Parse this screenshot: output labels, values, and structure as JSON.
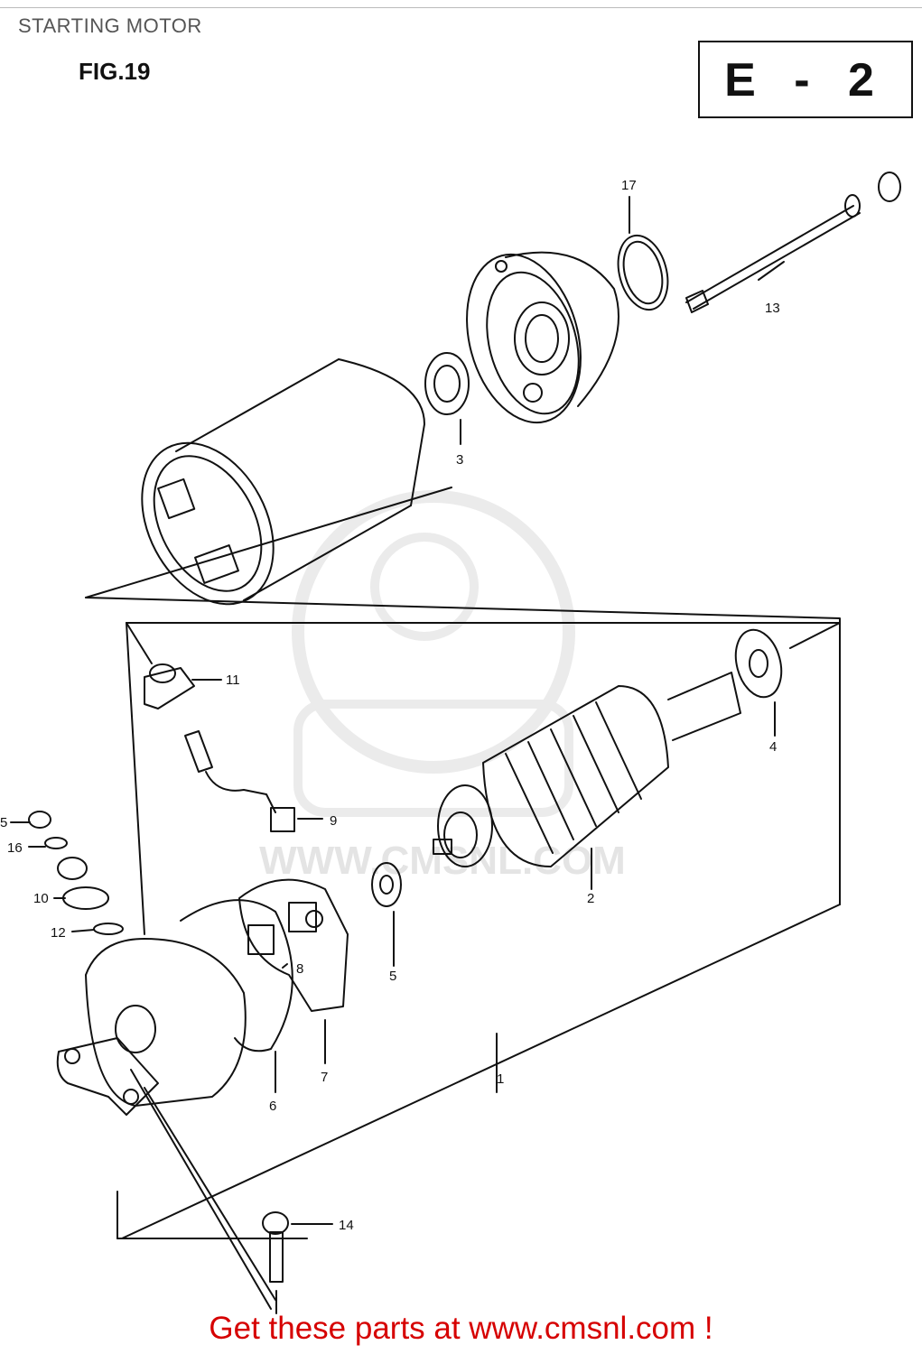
{
  "header": {
    "title": "STARTING MOTOR",
    "figure": "FIG.19",
    "section_code": "E - 2"
  },
  "watermark": {
    "text": "WWW.CMSNL.COM"
  },
  "callouts": {
    "c1": "1",
    "c2": "2",
    "c3": "3",
    "c4": "4",
    "c5a": "5",
    "c5b": "5",
    "c6": "6",
    "c7": "7",
    "c8": "8",
    "c9": "9",
    "c10": "10",
    "c11": "11",
    "c12": "12",
    "c13": "13",
    "c14": "14",
    "c16": "16",
    "c17": "17"
  },
  "footer": {
    "text": "Get these parts at www.cmsnl.com !"
  },
  "colors": {
    "line": "#111111",
    "footer_text": "#d60000",
    "watermark": "#e4e4e4"
  }
}
